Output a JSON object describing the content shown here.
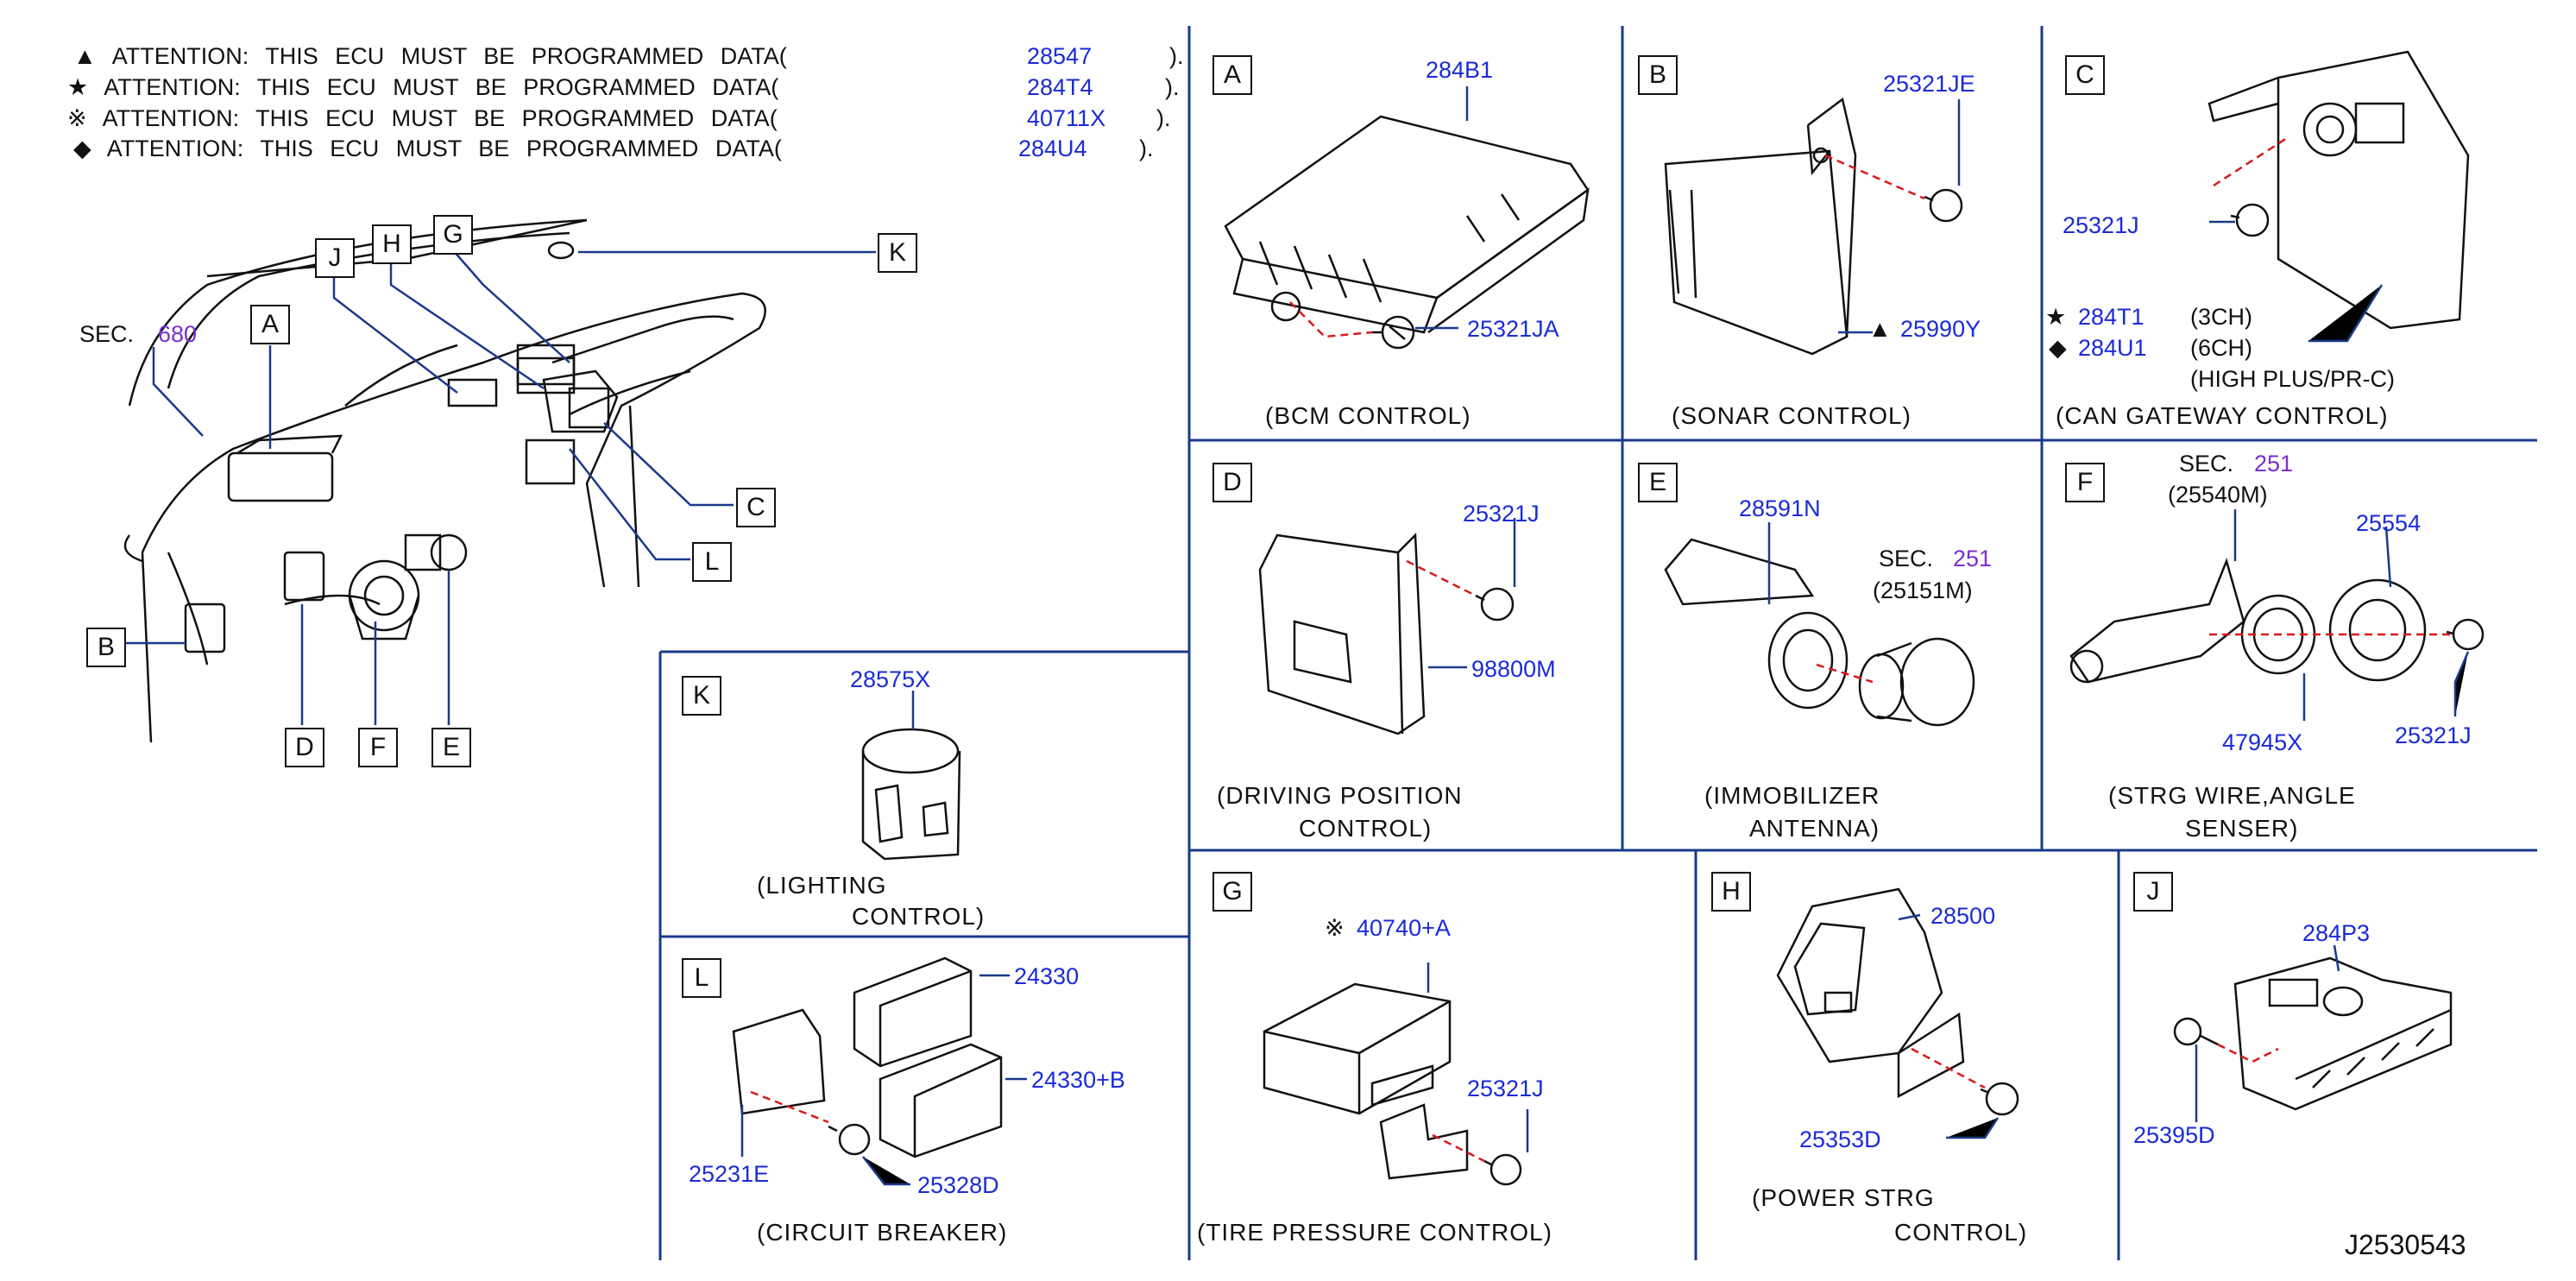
{
  "attention": [
    {
      "symbol": "▲",
      "label": "ATTENTION:  THIS  ECU  MUST  BE  PROGRAMMED  DATA(",
      "code": "28547",
      "close": ")."
    },
    {
      "symbol": "★",
      "label": "ATTENTION:  THIS  ECU  MUST  BE  PROGRAMMED  DATA(",
      "code": "284T4",
      "close": ")."
    },
    {
      "symbol": "※",
      "label": "ATTENTION:  THIS  ECU  MUST  BE  PROGRAMMED  DATA(",
      "code": "40711X",
      "close": ")."
    },
    {
      "symbol": "◆",
      "label": "ATTENTION:  THIS  ECU  MUST  BE  PROGRAMMED  DATA(",
      "code": "284U4",
      "close": ")."
    }
  ],
  "overview": {
    "sec_label": "SEC.",
    "sec_num": "680",
    "callouts": [
      "A",
      "B",
      "C",
      "D",
      "E",
      "F",
      "G",
      "H",
      "J",
      "K",
      "L"
    ]
  },
  "panels": {
    "A": {
      "letter": "A",
      "parts": [
        "284B1",
        "25321JA"
      ],
      "caption": "(BCM   CONTROL)"
    },
    "B": {
      "letter": "B",
      "parts": [
        "25321JE",
        "25990Y"
      ],
      "mark": "▲",
      "caption": "(SONAR   CONTROL)"
    },
    "C": {
      "letter": "C",
      "parts": [
        "25321J",
        "284T1",
        "284U1"
      ],
      "star": "★",
      "diamond": "◆",
      "ch3": "(3CH)",
      "ch6": "(6CH)",
      "plus": "(HIGH    PLUS/PR-C)",
      "caption": "(CAN    GATEWAY    CONTROL)"
    },
    "D": {
      "letter": "D",
      "parts": [
        "25321J",
        "98800M"
      ],
      "caption1": "(DRIVING    POSITION",
      "caption2": "CONTROL)"
    },
    "E": {
      "letter": "E",
      "parts": [
        "28591N"
      ],
      "sec_label": "SEC.",
      "sec_num": "251",
      "sub": "(25151M)",
      "caption1": "(IMMOBILIZER",
      "caption2": "ANTENNA)"
    },
    "F": {
      "letter": "F",
      "parts": [
        "25554",
        "47945X",
        "25321J"
      ],
      "sec_label": "SEC.",
      "sec_num": "251",
      "sub": "(25540M)",
      "caption1": "(STRG    WIRE,ANGLE",
      "caption2": "SENSER)"
    },
    "K": {
      "letter": "K",
      "parts": [
        "28575X"
      ],
      "caption1": "(LIGHTING",
      "caption2": "CONTROL)"
    },
    "L": {
      "letter": "L",
      "parts": [
        "24330",
        "24330+B",
        "25231E",
        "25328D"
      ],
      "caption": "(CIRCUIT    BREAKER)"
    },
    "G": {
      "letter": "G",
      "parts": [
        "40740+A",
        "25321J"
      ],
      "mark": "※",
      "caption": "(TIRE    PRESSURE    CONTROL)"
    },
    "H": {
      "letter": "H",
      "parts": [
        "28500",
        "25353D"
      ],
      "caption1": "(POWER    STRG",
      "caption2": "CONTROL)"
    },
    "J": {
      "letter": "J",
      "parts": [
        "284P3",
        "25395D"
      ]
    }
  },
  "drawing_id": "J2530543"
}
